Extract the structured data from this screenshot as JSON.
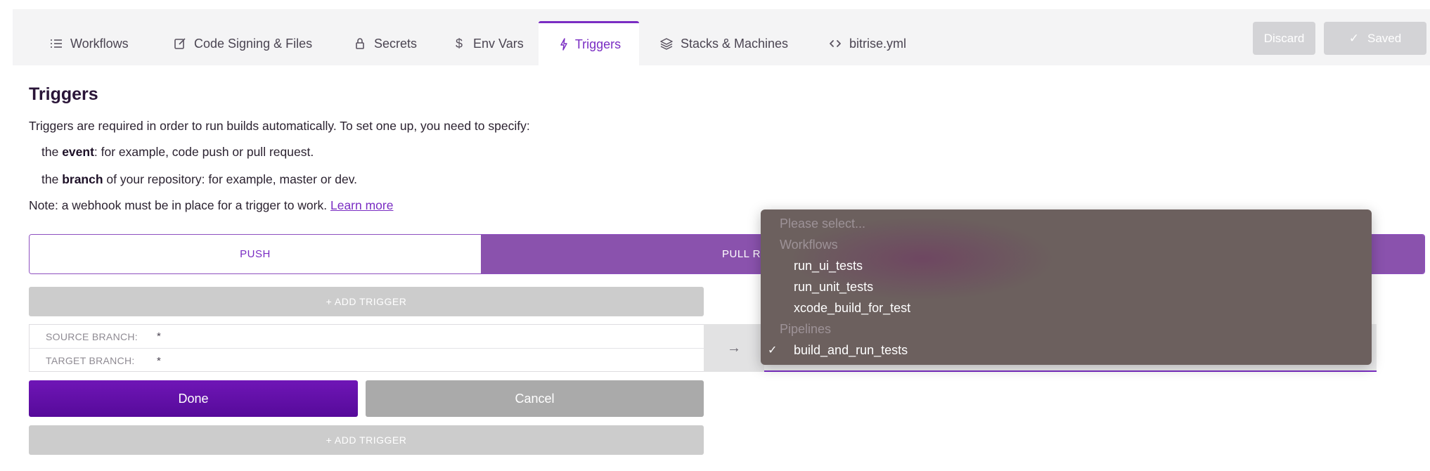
{
  "tabs": [
    {
      "label": "Workflows",
      "icon": "list-icon"
    },
    {
      "label": "Code Signing & Files",
      "icon": "edit-document-icon"
    },
    {
      "label": "Secrets",
      "icon": "lock-icon"
    },
    {
      "label": "Env Vars",
      "icon": "dollar-icon"
    },
    {
      "label": "Triggers",
      "icon": "bolt-icon",
      "active": true
    },
    {
      "label": "Stacks & Machines",
      "icon": "layers-icon"
    },
    {
      "label": "bitrise.yml",
      "icon": "code-icon"
    }
  ],
  "toolbar": {
    "discard_label": "Discard",
    "saved_label": "Saved"
  },
  "page": {
    "title": "Triggers",
    "intro": "Triggers are required in order to run builds automatically. To set one up, you need to specify:",
    "bullet1_prefix": "the ",
    "bullet1_bold": "event",
    "bullet1_rest": ": for example, code push or pull request.",
    "bullet2_prefix": "the ",
    "bullet2_bold": "branch",
    "bullet2_rest": " of your repository: for example, master or dev.",
    "note": "Note: a webhook must be in place for a trigger to work.",
    "learn_more": "Learn more"
  },
  "trigger_types": {
    "push": "PUSH",
    "pull_request": "PULL REQUEST"
  },
  "add_trigger_label": "+ ADD TRIGGER",
  "branch_form": {
    "source_label": "SOURCE BRANCH:",
    "source_value": "*",
    "target_label": "TARGET BRANCH:",
    "target_value": "*"
  },
  "actions": {
    "done": "Done",
    "cancel": "Cancel"
  },
  "dropdown": {
    "placeholder": "Please select...",
    "group_workflows": "Workflows",
    "workflows": [
      "run_ui_tests",
      "run_unit_tests",
      "xcode_build_for_test"
    ],
    "group_pipelines": "Pipelines",
    "pipelines": [
      "build_and_run_tests"
    ],
    "selected": "build_and_run_tests"
  },
  "colors": {
    "accent": "#7a2dc3",
    "pr_tab_bg": "#8a52ad",
    "done_bg": "#6311a8"
  }
}
